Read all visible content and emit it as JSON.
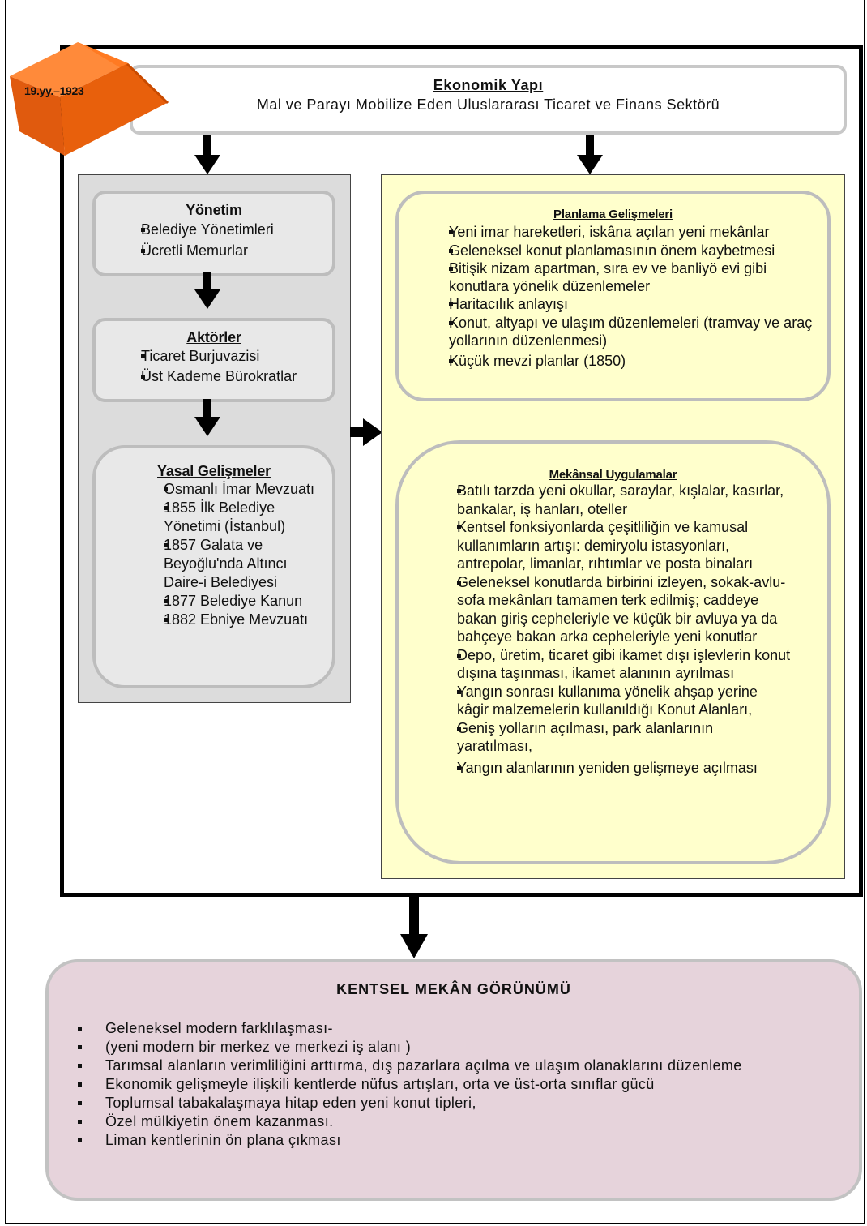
{
  "period_label": "19.yy.–1923",
  "economic": {
    "title": "Ekonomik Yapı",
    "subtitle": "Mal ve Parayı Mobilize Eden Uluslararası Ticaret ve Finans Sektörü"
  },
  "yonetim": {
    "title": "Yönetim",
    "items": [
      "Belediye Yönetimleri",
      "Ücretli Memurlar"
    ]
  },
  "aktorler": {
    "title": "Aktörler",
    "items": [
      "Ticaret Burjuvazisi",
      "Üst Kademe Bürokratlar"
    ]
  },
  "yasal": {
    "title": "Yasal Gelişmeler",
    "items": [
      "Osmanlı İmar Mevzuatı",
      "1855 İlk Belediye Yönetimi (İstanbul)",
      "1857 Galata ve Beyoğlu'nda Altıncı Daire-i Belediyesi",
      "1877 Belediye Kanun",
      "1882 Ebniye Mevzuatı"
    ]
  },
  "planlama": {
    "title": "Planlama Gelişmeleri",
    "items": [
      "Yeni imar hareketleri, iskâna açılan yeni mekânlar",
      "Geleneksel konut planlamasının önem kaybetmesi",
      "Bitişik nizam apartman, sıra ev ve banliyö evi gibi konutlara yönelik düzenlemeler",
      "Haritacılık anlayışı",
      "Konut, altyapı ve ulaşım düzenlemeleri (tramvay ve araç yollarının düzenlenmesi)",
      "Küçük mevzi planlar (1850)"
    ]
  },
  "mekansal": {
    "title": "Mekânsal Uygulamalar",
    "items": [
      "Batılı tarzda yeni okullar, saraylar, kışlalar, kasırlar, bankalar, iş hanları, oteller",
      "Kentsel fonksiyonlarda çeşitliliğin ve kamusal kullanımların artışı: demiryolu istasyonları, antrepolar, limanlar, rıhtımlar ve posta binaları",
      "Geleneksel konutlarda birbirini izleyen, sokak-avlu-sofa mekânları tamamen terk edilmiş; caddeye bakan giriş cepheleriyle ve küçük bir avluya ya da bahçeye bakan arka cepheleriyle yeni konutlar",
      "Depo, üretim, ticaret gibi ikamet dışı işlevlerin konut dışına taşınması, ikamet alanının ayrılması",
      "Yangın sonrası kullanıma yönelik ahşap yerine kâgir malzemelerin kullanıldığı Konut Alanları,",
      "Geniş yolların açılması, park alanlarının yaratılması,",
      "Yangın alanlarının yeniden gelişmeye açılması"
    ]
  },
  "kentsel": {
    "title": "KENTSEL MEKÂN GÖRÜNÜMÜ",
    "items": [
      "Geleneksel modern farklılaşması-",
      "(yeni modern bir merkez ve merkezi iş alanı )",
      "Tarımsal alanların verimliliğini arttırma, dış pazarlara açılma ve ulaşım olanaklarını düzenleme",
      "Ekonomik gelişmeyle ilişkili kentlerde nüfus artışları, orta ve üst-orta sınıflar gücü",
      "Toplumsal tabakalaşmaya hitap eden yeni konut tipleri,",
      "Özel mülkiyetin önem kazanması.",
      "Liman kentlerinin ön plana çıkması"
    ]
  }
}
